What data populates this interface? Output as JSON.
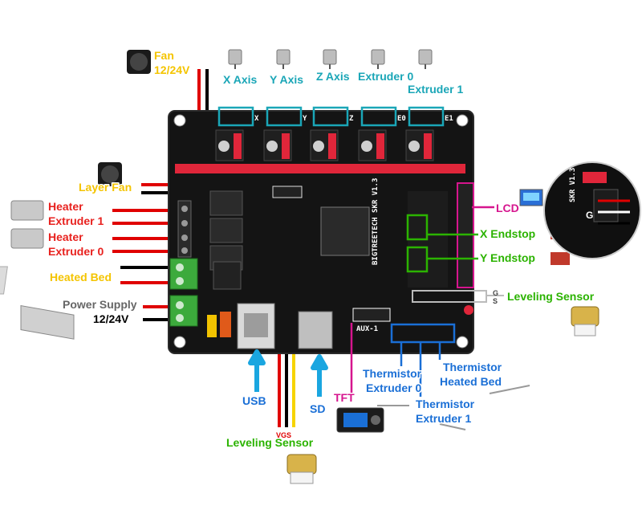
{
  "colors": {
    "board": "#141414",
    "board_edge": "#2a2a2a",
    "driver_red": "#e0263a",
    "connector_cyan": "#1aa6b7",
    "label_yellow": "#f4c400",
    "label_red": "#e8211e",
    "label_cyan": "#1aa6b7",
    "label_green": "#2bb300",
    "label_blue": "#1a6fd6",
    "label_magenta": "#d6158e",
    "terminal_green": "#3caa3c",
    "wire_yellow": "#f6d400",
    "wire_red": "#e00000",
    "wire_black": "#000000"
  },
  "labels": {
    "fan": "Fan",
    "fan_voltage": "12/24V",
    "x_axis": "X Axis",
    "y_axis": "Y Axis",
    "z_axis": "Z Axis",
    "extruder0": "Extruder 0",
    "extruder1": "Extruder 1",
    "layer_fan": "Layer Fan",
    "heater1": "Heater",
    "heater1_sub": "Extruder 1",
    "heater0": "Heater",
    "heater0_sub": "Extruder 0",
    "heated_bed": "Heated Bed",
    "power_supply": "Power Supply",
    "power_voltage": "12/24V",
    "lcd": "LCD",
    "x_endstop": "X Endstop",
    "y_endstop": "Y Endstop",
    "leveling_sensor_right": "Leveling Sensor",
    "leveling_sensor_bottom": "Leveling Sensor",
    "usb": "USB",
    "sd": "SD",
    "tft": "TFT",
    "thermistor_e0": "Thermistor",
    "thermistor_e0_sub": "Extruder 0",
    "thermistor_e1": "Thermistor",
    "thermistor_e1_sub": "Extruder 1",
    "thermistor_bed": "Thermistor",
    "thermistor_bed_sub": "Heated Bed",
    "vgs": "VGS",
    "gs_g": "G",
    "gs_s": "S"
  },
  "board": {
    "model": "BIGTREETECH SKR V1.3",
    "zoom_model": "SKR V1.3",
    "aux": "AUX-1",
    "connector_x": "X",
    "connector_y": "Y",
    "connector_z": "Z",
    "connector_e0": "E0",
    "connector_e1": "E1",
    "zoom_g": "G"
  }
}
